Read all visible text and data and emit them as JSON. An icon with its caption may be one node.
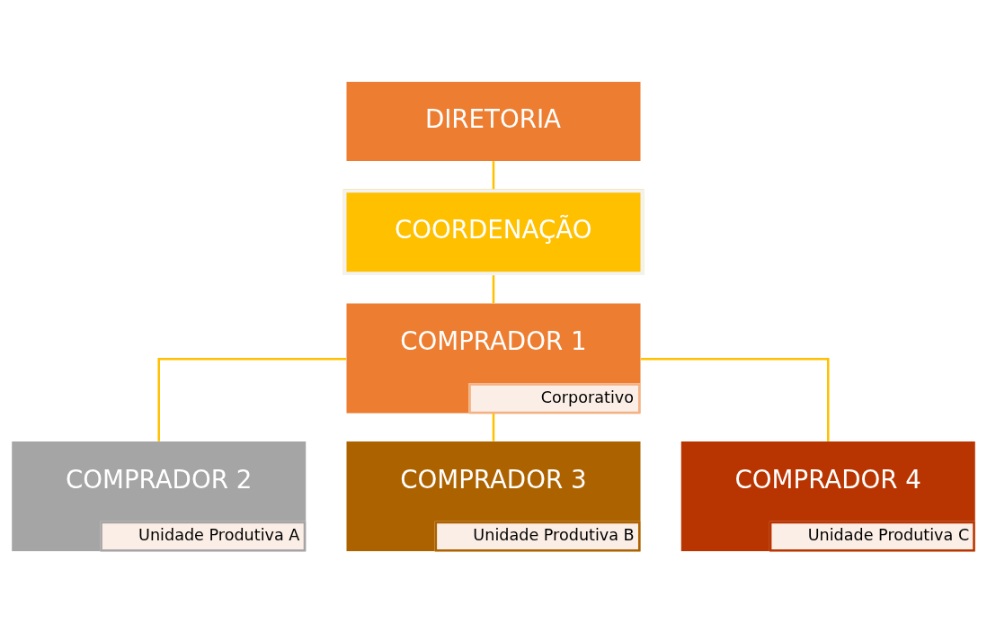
{
  "diagram": {
    "nodes": [
      {
        "text": [
          "DIRETORIA"
        ]
      },
      {
        "text": [
          "COORDENAÇÃO"
        ]
      },
      {
        "text": [
          "COMPRADOR 1",
          "Corporativo"
        ]
      },
      {
        "text": [
          "COMPRADOR 2",
          "Unidade Produtiva A"
        ]
      },
      {
        "text": [
          "COMPRADOR 3",
          "Unidade Produtiva B"
        ]
      },
      {
        "text": [
          "COMPRADOR 4",
          "Unidade Produtiva C"
        ]
      }
    ],
    "edges": [
      {
        "from": 0,
        "to": 1,
        "arrow": "none"
      },
      {
        "from": 1,
        "to": 2,
        "arrow": "none"
      },
      {
        "from": 2,
        "to": 3,
        "arrow": "none"
      },
      {
        "from": 2,
        "to": 4,
        "arrow": "none"
      },
      {
        "from": 2,
        "to": 5,
        "arrow": "none"
      }
    ]
  }
}
